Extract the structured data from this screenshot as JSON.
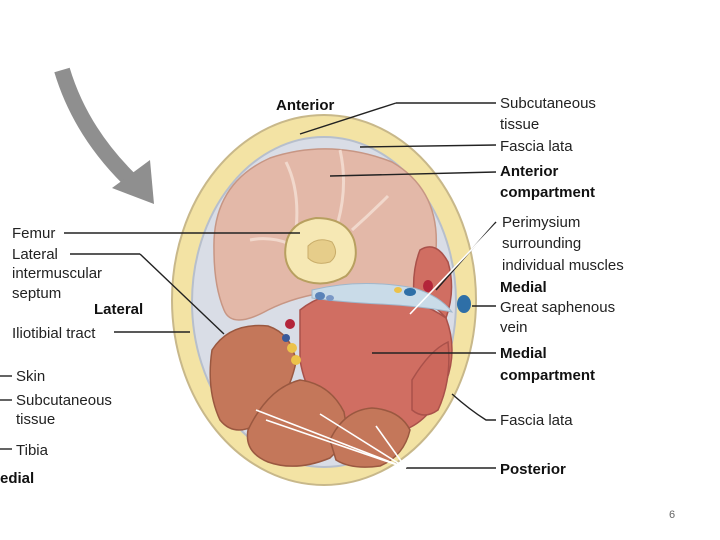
{
  "diagram": {
    "labels": {
      "anterior": "Anterior",
      "subcutaneous_tissue_top_line1": "Subcutaneous",
      "subcutaneous_tissue_top_line2": "tissue",
      "fascia_lata_top": "Fascia lata",
      "anterior_compartment_line1": "Anterior",
      "anterior_compartment_line2": "compartment",
      "perimysium_line1": "Perimysium",
      "perimysium_line2": "surrounding",
      "perimysium_line3": "individual muscles",
      "medial": "Medial",
      "great_saphenous_line1": "Great saphenous",
      "great_saphenous_line2": "vein",
      "medial_compartment_line1": "Medial",
      "medial_compartment_line2": "compartment",
      "fascia_lata_bottom": "Fascia lata",
      "posterior": "Posterior",
      "femur": "Femur",
      "lateral_septum_line1": "Lateral",
      "lateral_septum_line2": "intermuscular",
      "lateral_septum_line3": "septum",
      "lateral": "Lateral",
      "iliotibial_tract": "Iliotibial tract",
      "skin": "Skin",
      "subcutaneous_left_line1": "Subcutaneous",
      "subcutaneous_left_line2": "tissue",
      "tibia": "Tibia",
      "medial_cut": "edial"
    },
    "colors": {
      "subcutaneous_fat": "#f3e3a4",
      "fascia": "#d9dde6",
      "anterior_muscle": "#e3b8a8",
      "medial_muscle": "#d06e62",
      "posterior_muscle": "#c4775a",
      "bone": "#f6e8b4",
      "marrow": "#e6cd8a",
      "vein": "#2e6fa7",
      "artery": "#b3253a",
      "nerve": "#ecc24a",
      "arrow": "#8f8f8f"
    }
  },
  "page_number": "6"
}
